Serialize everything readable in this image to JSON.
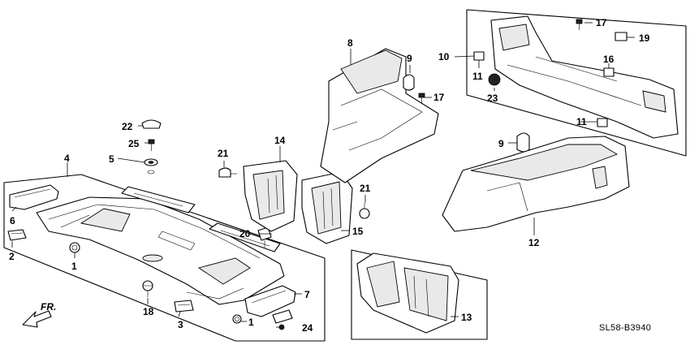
{
  "diagram": {
    "code": "SL58-B3940",
    "front_label": "FR.",
    "callouts": {
      "c1a": "1",
      "c1b": "1",
      "c2": "2",
      "c3": "3",
      "c4": "4",
      "c5": "5",
      "c6": "6",
      "c7": "7",
      "c8": "8",
      "c9a": "9",
      "c9b": "9",
      "c10": "10",
      "c11a": "11",
      "c11b": "11",
      "c12": "12",
      "c13": "13",
      "c14": "14",
      "c15": "15",
      "c16": "16",
      "c17a": "17",
      "c17b": "17",
      "c18": "18",
      "c19": "19",
      "c20": "20",
      "c21a": "21",
      "c21b": "21",
      "c22": "22",
      "c23": "23",
      "c24": "24",
      "c25": "25"
    }
  }
}
